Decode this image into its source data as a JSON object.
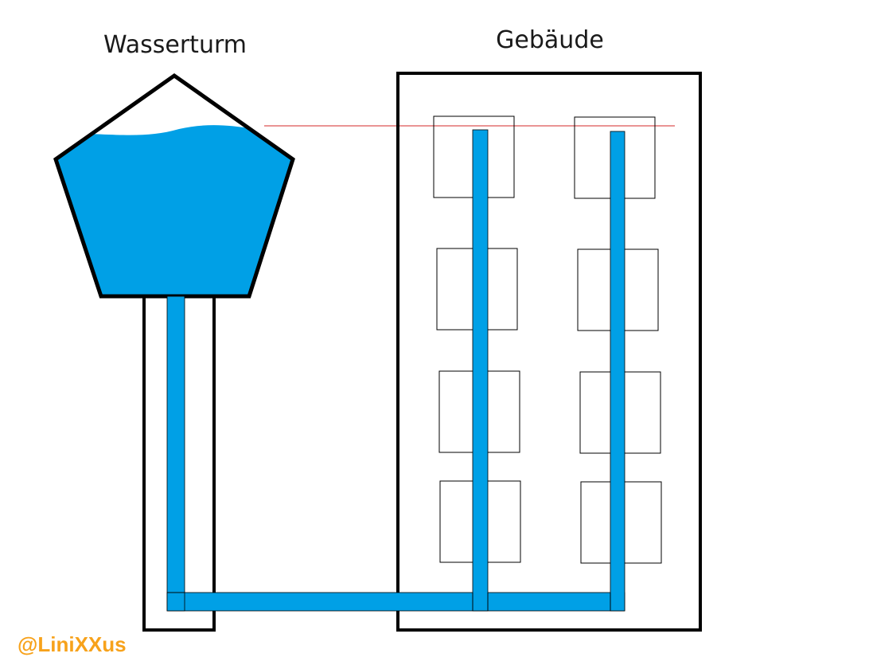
{
  "labels": {
    "tower": "Wasserturm",
    "building": "Gebäude"
  },
  "watermark": {
    "text": "@LiniXXus"
  },
  "colors": {
    "water": "#00a0e6",
    "outline": "#000000",
    "level_line": "#d42a2a",
    "watermark": "#f7a21b"
  },
  "icons": [
    "water-tower",
    "building",
    "window",
    "water-pipe"
  ]
}
